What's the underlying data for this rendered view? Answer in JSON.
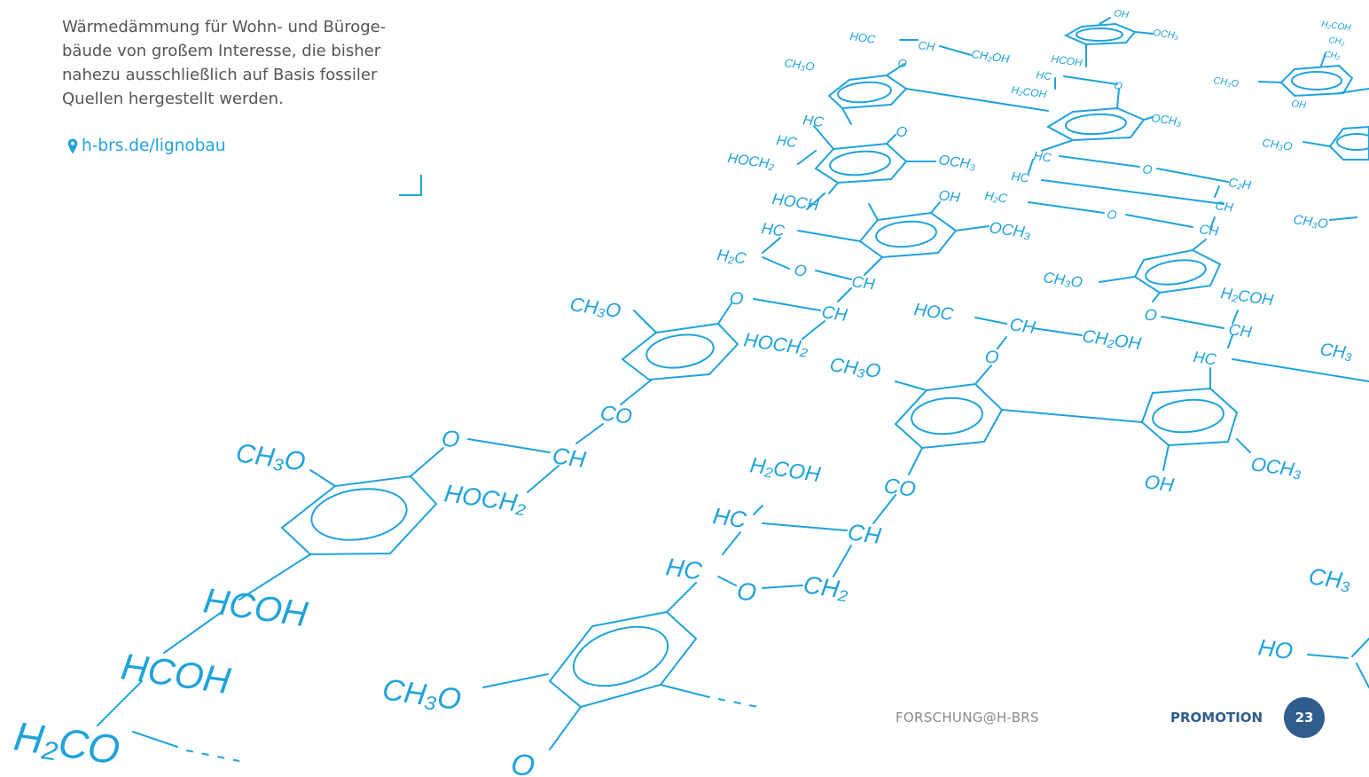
{
  "intro": {
    "lines": [
      "Wärmedämmung für Wohn- und Büroge-",
      "bäude von großem Interesse, die bisher",
      "nahezu ausschließlich auf Basis fossiler",
      "Quellen hergestellt werden."
    ]
  },
  "link": {
    "icon": "location-pin-icon",
    "text": "h-brs.de/lignobau"
  },
  "footer": {
    "journal": "FORSCHUNG@H-BRS",
    "section": "PROMOTION",
    "page": "23"
  },
  "colors": {
    "accent": "#1fa3dc",
    "navy": "#2f5d8c",
    "text": "#555555"
  },
  "formula_labels": {
    "f1": "H₂CO",
    "f2": "HCOH",
    "f3": "HCOH",
    "f4": "CH₃O",
    "f5": "O",
    "f6": "CH",
    "f7": "HOCH₂",
    "f8": "CO",
    "f9": "CH₃O",
    "f10": "O",
    "f11": "CH",
    "f12": "HOCH₂",
    "f13": "CH",
    "f14": "O",
    "f15": "H₂C",
    "f16": "HC",
    "f17": "HOCH",
    "f18": "OH",
    "f19": "OCH₃",
    "f20": "HOCH₂",
    "f21": "HC",
    "f22": "HC",
    "f23": "O",
    "f24": "OCH₃",
    "f25": "CH₃O",
    "f26": "O",
    "f27": "HOC",
    "f28": "CH",
    "f29": "CH₂OH",
    "f30": "OH",
    "f31": "HCOH",
    "f32": "HC",
    "f33": "H₂COH",
    "f34": "OCH₃",
    "f35": "O",
    "f36": "OCH₃",
    "f37": "HC",
    "f38": "HC",
    "f39": "H₂C",
    "f40": "O",
    "f41": "O",
    "f42": "C₂H",
    "f43": "CH",
    "f44": "CH",
    "f45": "CH₃O",
    "f46": "H₂COH",
    "f47": "O",
    "f48": "CH",
    "f49": "HC",
    "f50": "HOC",
    "f51": "CH",
    "f52": "CH₂OH",
    "f53": "O",
    "f54": "CH₃O",
    "f55": "CO",
    "f56": "OH",
    "f57": "OCH₃",
    "f58": "H₂COH",
    "f59": "HC",
    "f60": "CH",
    "f61": "HC",
    "f62": "O",
    "f63": "CH₂",
    "f64": "CH₃O",
    "f65": "O",
    "f66": "CH₃O",
    "f67": "OH",
    "f68": "CH₃O",
    "f69": "CH₃O",
    "f70": "CH₃",
    "f71": "CH₃",
    "f72": "HO",
    "f73": "H₂COH",
    "f74": "CH₂",
    "f75": "CH₂"
  }
}
